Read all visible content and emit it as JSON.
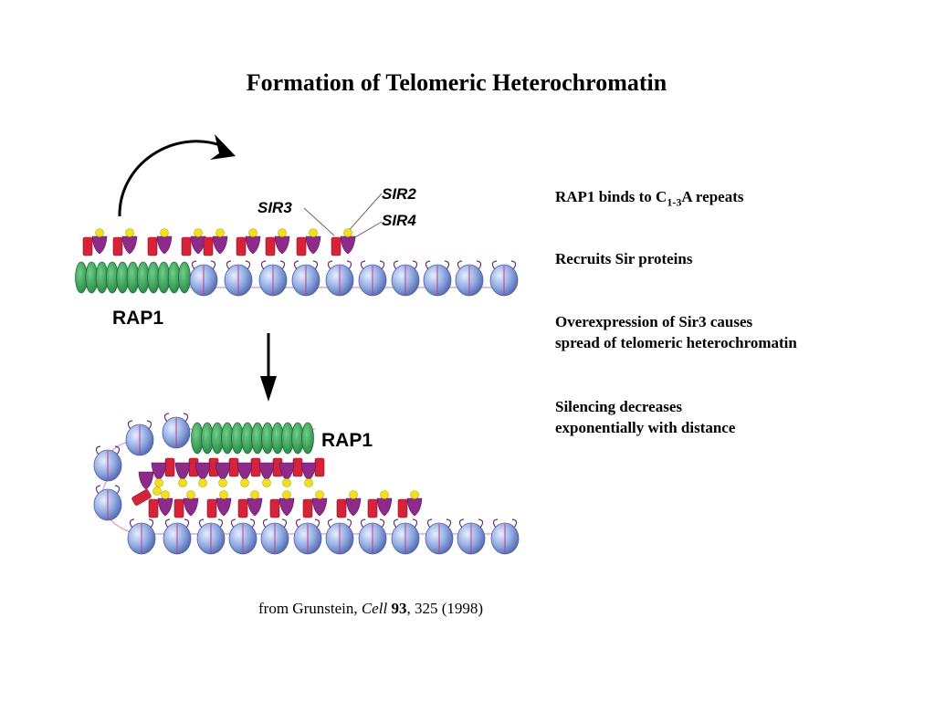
{
  "title": "Formation of Telomeric Heterochromatin",
  "bullets": {
    "b1_prefix": "RAP1 binds to C",
    "b1_sub": "1-3",
    "b1_suffix": "A repeats",
    "b2": "Recruits Sir proteins",
    "b3_line1": "Overexpression of Sir3 causes",
    "b3_line2": "spread of telomeric heterochromatin",
    "b4_line1": "Silencing decreases",
    "b4_line2": "exponentially with distance"
  },
  "diagram": {
    "sir3_label": "SIR3",
    "sir2_label": "SIR2",
    "sir4_label": "SIR4",
    "rap1_label_top": "RAP1",
    "rap1_label_bottom": "RAP1"
  },
  "citation": {
    "prefix": "from Grunstein, ",
    "journal": "Cell",
    "volume": "93",
    "suffix": ", 325 (1998)"
  },
  "colors": {
    "rap1_green": "#2e9a4f",
    "sir3_red": "#d6233a",
    "sir4_purple": "#8e2a8a",
    "sir2_yellow": "#f2e01e",
    "nucleosome_blue": "#8ea8e0",
    "dna_pink": "#e6a6c8"
  }
}
